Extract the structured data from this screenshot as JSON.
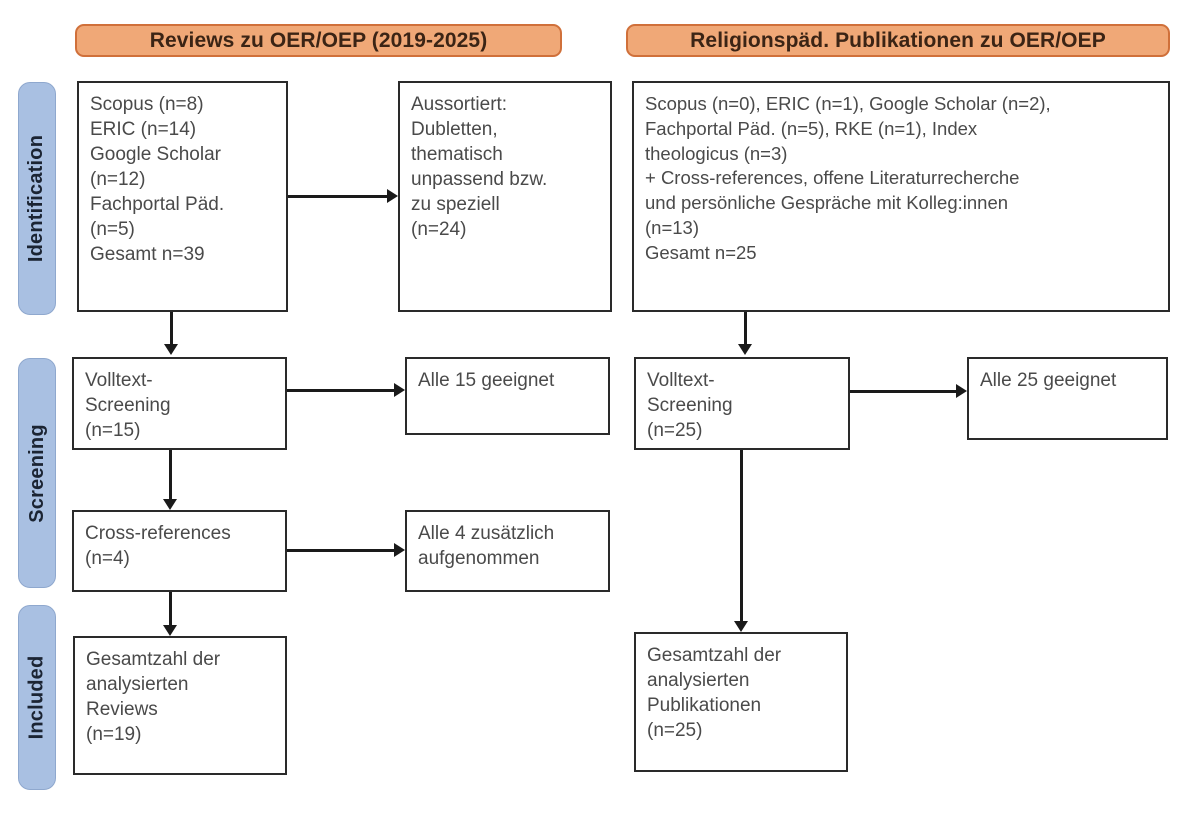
{
  "figure": {
    "type": "prisma-flow-diagram",
    "columns": 2
  },
  "stage_labels": [
    {
      "name": "identification",
      "text": "Identification"
    },
    {
      "name": "screening",
      "text": "Screening"
    },
    {
      "name": "included",
      "text": "Included"
    }
  ],
  "columns": [
    {
      "id": "reviews",
      "header": "Reviews zu OER/OEP (2019-2025)",
      "boxes": {
        "identification_sources": "Scopus (n=8)\nERIC (n=14)\nGoogle Scholar\n(n=12)\nFachportal Päd.\n(n=5)\nGesamt n=39",
        "identification_excluded": "Aussortiert:\nDubletten,\nthematisch\nunpassend bzw.\nzu speziell\n(n=24)",
        "screening_fulltext": "Volltext-\nScreening\n(n=15)",
        "screening_fulltext_result": "Alle 15 geeignet",
        "screening_crossrefs": "Cross-references\n(n=4)",
        "screening_crossrefs_result": "Alle 4 zusätzlich\naufgenommen",
        "included_total": "Gesamtzahl der\nanalysierten\nReviews\n(n=19)"
      }
    },
    {
      "id": "religionspaed",
      "header": "Religionspäd. Publikationen zu OER/OEP",
      "boxes": {
        "identification_sources": "Scopus (n=0), ERIC (n=1), Google Scholar (n=2),\nFachportal Päd. (n=5), RKE (n=1), Index\ntheologicus (n=3)\n+ Cross-references, offene Literaturrecherche\nund persönliche Gespräche mit Kolleg:innen\n(n=13)\nGesamt n=25",
        "screening_fulltext": "Volltext-\nScreening\n(n=25)",
        "screening_fulltext_result": "Alle 25 geeignet",
        "included_total": "Gesamtzahl der\nanalysierten\nPublikationen\n(n=25)"
      }
    }
  ],
  "colors": {
    "header_fill": "#F0A877",
    "header_border": "#D0703A",
    "stage_label_fill": "#A9C0E2",
    "box_border": "#2a2a2a",
    "connector": "#1a1a1a",
    "text": "#4a4a4a"
  }
}
